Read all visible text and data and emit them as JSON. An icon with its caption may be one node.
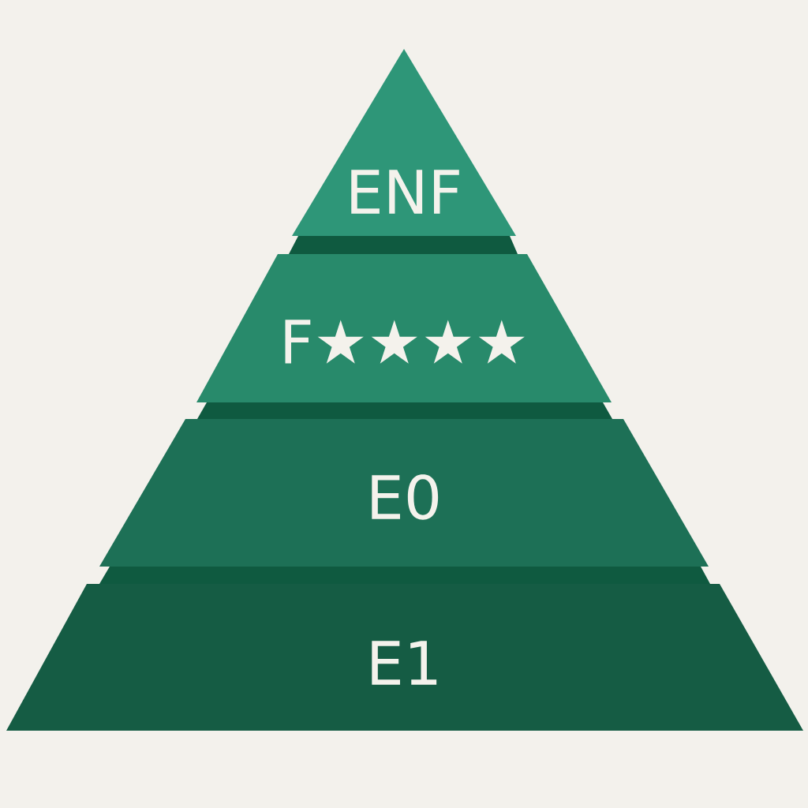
{
  "diagram": {
    "nodes": [
      {
        "text": [
          "ENF"
        ]
      },
      {
        "text": [
          "F★★★★"
        ]
      },
      {
        "text": [
          "E0"
        ]
      },
      {
        "text": [
          "E1"
        ]
      }
    ]
  }
}
